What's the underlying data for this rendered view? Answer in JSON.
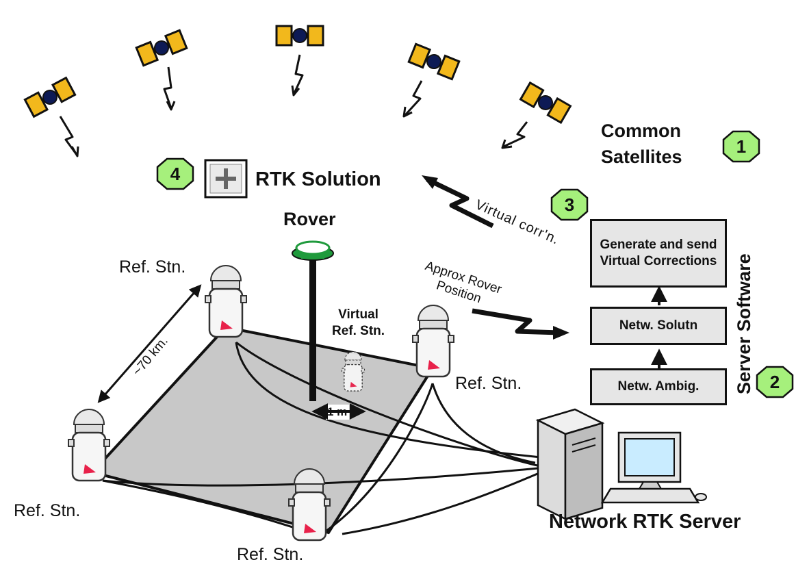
{
  "labels": {
    "common_satellites_line1": "Common",
    "common_satellites_line2": "Satellites",
    "rtk_solution": "RTK Solution",
    "rover": "Rover",
    "virtual_ref_line1": "Virtual",
    "virtual_ref_line2": "Ref. Stn.",
    "ref_stn": "Ref. Stn.",
    "distance": "~70 km.",
    "one_meter": "1 m",
    "virtual_corr": "Virtual corr'n.",
    "approx_line1": "Approx Rover",
    "approx_line2": "Position",
    "server_software": "Server Software",
    "network_server": "Network RTK Server"
  },
  "server_steps": {
    "generate": "Generate and send Virtual Corrections",
    "solution": "Netw. Solutn",
    "ambiguity": "Netw. Ambig."
  },
  "badges": {
    "b1": "1",
    "b2": "2",
    "b3": "3",
    "b4": "4"
  },
  "colors": {
    "badge_fill": "#a6f07c",
    "solar_panel": "#f2b81c",
    "satellite_body": "#0d1a55",
    "plate": "#c8c8c8",
    "marker": "#e8214a",
    "antenna_green": "#1f9a3c",
    "monitor_screen": "#c9ecff"
  }
}
